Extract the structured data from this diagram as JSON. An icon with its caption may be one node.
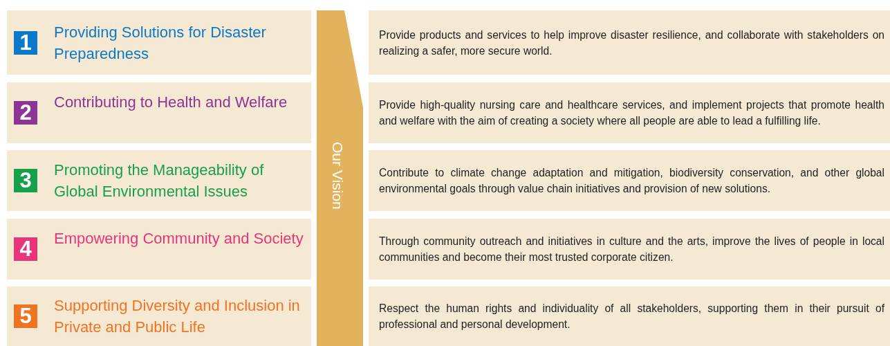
{
  "diagram": {
    "nodes": [
      {
        "text": [
          "Providing Solutions for Disaster Preparedness"
        ]
      },
      {
        "text": [
          "1"
        ],
        "in": 0
      },
      {
        "text": [
          "Contributing to Health and Welfare"
        ]
      },
      {
        "text": [
          "2"
        ],
        "in": 2
      },
      {
        "text": [
          "Promoting the Manageability of Global Environmental Issues"
        ]
      },
      {
        "text": [
          "3"
        ],
        "in": 4
      },
      {
        "text": [
          "Empowering Community and Society"
        ]
      },
      {
        "text": [
          "4"
        ],
        "in": 6
      },
      {
        "text": [
          "Supporting Diversity and Inclusion in Private and Public Life"
        ]
      },
      {
        "text": [
          "5"
        ],
        "in": 8
      },
      {
        "text": [
          "Our Vision"
        ]
      },
      {
        "text": [
          "Provide products and services to help improve disaster resilience, and collaborate with stakeholders on realizing a safer, more secure world."
        ]
      },
      {
        "text": [
          "Provide high-quality nursing care and healthcare services, and implement projects that promote health and welfare with the aim of creating a society where all people are able to lead a fulfilling life."
        ]
      },
      {
        "text": [
          "Contribute to climate change adaptation and mitigation, biodiversity conservation, and other global environmental goals through value chain initiatives and provision of new solutions."
        ]
      },
      {
        "text": [
          "Through community outreach and initiatives in culture and the arts, improve the lives of people in local communities and become their most trusted corporate citizen."
        ]
      },
      {
        "text": [
          "Respect the human rights and individuality of all stakeholders, supporting them in their pursuit of professional and personal development."
        ]
      }
    ]
  }
}
